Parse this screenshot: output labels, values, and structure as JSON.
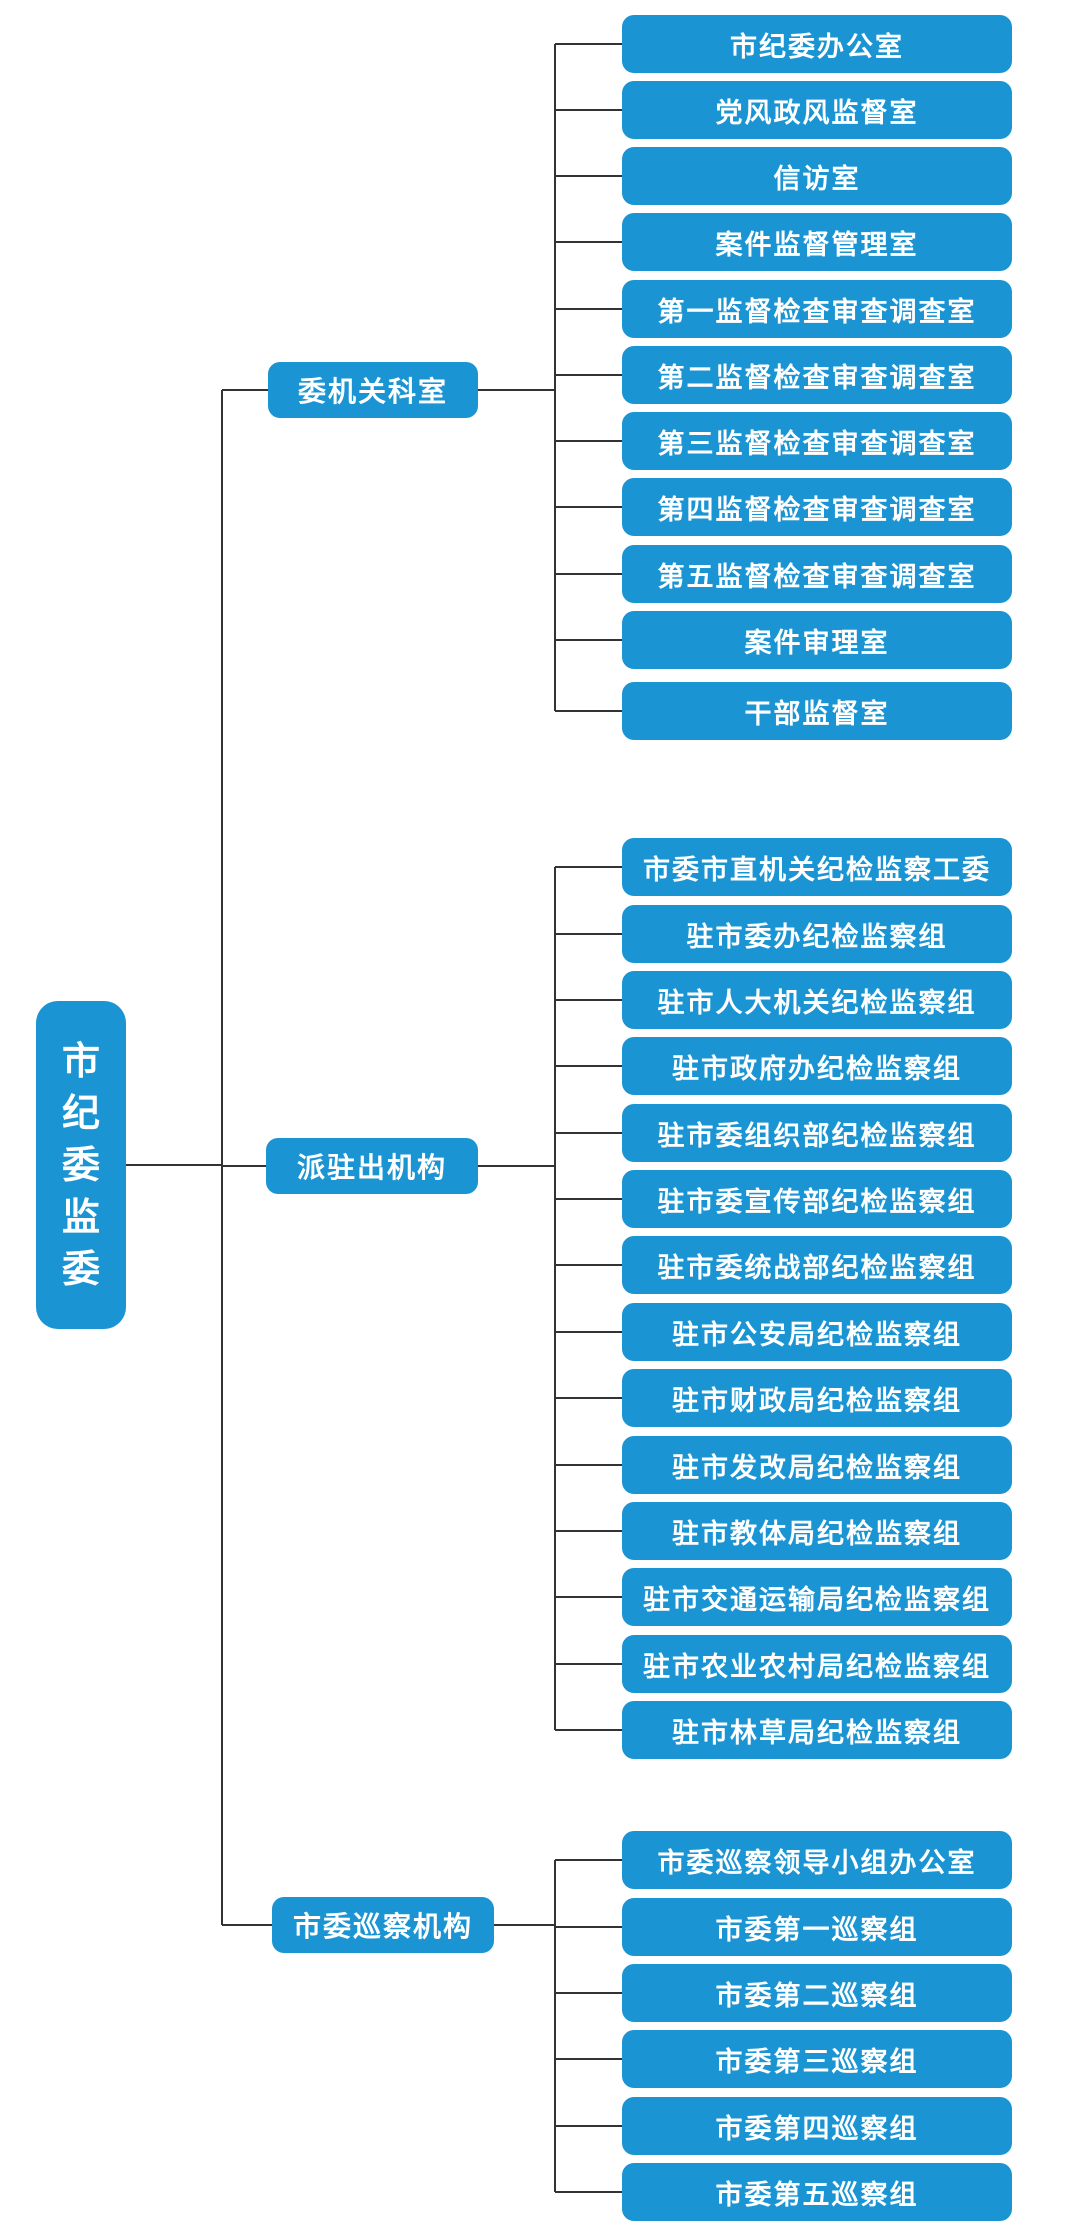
{
  "root": {
    "label": "市纪委监委"
  },
  "branches": [
    {
      "label": "委机关科室",
      "children": [
        "市纪委办公室",
        "党风政风监督室",
        "信访室",
        "案件监督管理室",
        "第一监督检查审查调查室",
        "第二监督检查审查调查室",
        "第三监督检查审查调查室",
        "第四监督检查审查调查室",
        "第五监督检查审查调查室",
        "案件审理室",
        "干部监督室"
      ]
    },
    {
      "label": "派驻出机构",
      "children": [
        "市委市直机关纪检监察工委",
        "驻市委办纪检监察组",
        "驻市人大机关纪检监察组",
        "驻市政府办纪检监察组",
        "驻市委组织部纪检监察组",
        "驻市委宣传部纪检监察组",
        "驻市委统战部纪检监察组",
        "驻市公安局纪检监察组",
        "驻市财政局纪检监察组",
        "驻市发改局纪检监察组",
        "驻市教体局纪检监察组",
        "驻市交通运输局纪检监察组",
        "驻市农业农村局纪检监察组",
        "驻市林草局纪检监察组"
      ]
    },
    {
      "label": "市委巡察机构",
      "children": [
        "市委巡察领导小组办公室",
        "市委第一巡察组",
        "市委第二巡察组",
        "市委第三巡察组",
        "市委第四巡察组",
        "市委第五巡察组"
      ]
    }
  ],
  "colors": {
    "box_fill": "#1a94d2",
    "box_text": "#ffffff",
    "connector": "#333333"
  }
}
